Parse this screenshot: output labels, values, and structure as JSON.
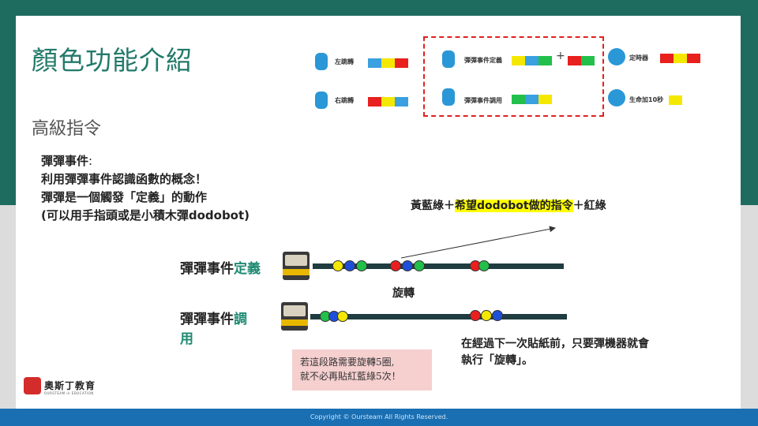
{
  "title": "顏色功能介紹",
  "subtitle": "高級指令",
  "description": {
    "line1": "彈彈事件",
    "line1_colon": ":",
    "line2": "利用彈彈事件認識函數的概念！",
    "line3": "彈彈是一個觸發「定義」的動作",
    "line4": "(可以用手指頭或是小積木彈dodobot)"
  },
  "commands": {
    "left_turn": {
      "label": "左跳轉",
      "icon": "document-icon",
      "colors": [
        "#3aa0e0",
        "#f4e800",
        "#e8201e"
      ]
    },
    "right_turn": {
      "label": "右跳轉",
      "icon": "document-icon",
      "colors": [
        "#e8201e",
        "#f4e800",
        "#3aa0e0"
      ]
    },
    "event_define": {
      "label": "彈彈事件定義",
      "icon": "finger-tap-icon",
      "colors": [
        "#f4e800",
        "#3aa0e0",
        "#22c04a"
      ],
      "plus": "+",
      "colors2": [
        "#e8201e",
        "#22c04a"
      ]
    },
    "event_call": {
      "label": "彈彈事件調用",
      "icon": "finger-tap-icon",
      "colors": [
        "#22c04a",
        "#3aa0e0",
        "#f4e800"
      ]
    },
    "timer": {
      "label": "定時器",
      "icon": "hourglass-icon",
      "colors": [
        "#e8201e",
        "#f4e800",
        "#e8201e"
      ]
    },
    "life_plus": {
      "label": "生命加10秒",
      "icon": "clock-plus-icon",
      "colors": [
        "#f4e800"
      ]
    }
  },
  "annotation": {
    "prefix": "黃藍綠＋",
    "highlight": "希望dodobot做的指令",
    "suffix": "＋紅綠"
  },
  "row_define": {
    "label_plain": "彈彈事件",
    "label_accent": "定義"
  },
  "row_call": {
    "label_plain": "彈彈事件",
    "label_accent": "調",
    "label_line2": "用"
  },
  "rotate_label": "旋轉",
  "note": {
    "line1": "在經過下一次貼紙前，只要彈機器就會",
    "line2": "執行「旋轉」。"
  },
  "pink_note": {
    "line1": "若這段路需要旋轉5圈,",
    "line2": "就不必再貼紅藍綠5次！"
  },
  "logo": {
    "name": "奧斯丁教育",
    "sub": "OURSTEAM in EDUCATION"
  },
  "footer": "Copyright © Oursteam All Rights Reserved."
}
